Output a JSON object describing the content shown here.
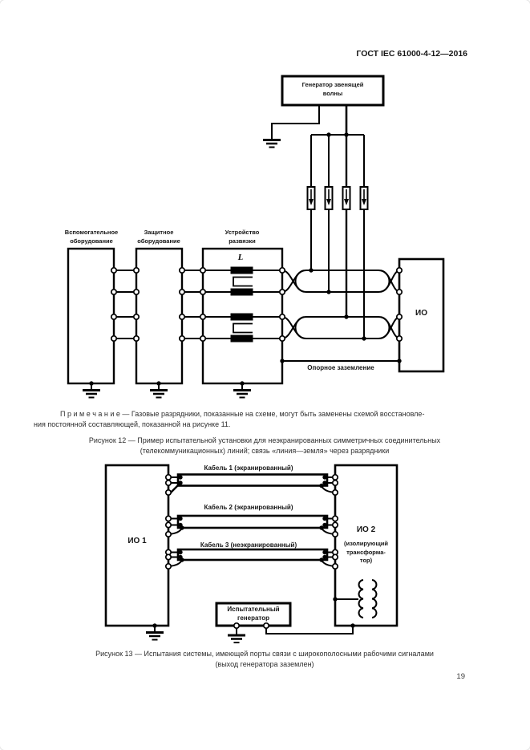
{
  "header": {
    "standard_ref": "ГОСТ IEC 61000-4-12—2016"
  },
  "figure12": {
    "generator_label_lines": [
      "Генератор звенящей",
      "волны"
    ],
    "aux_equipment_lines": [
      "Вспомогательное",
      "оборудование"
    ],
    "protective_equipment_lines": [
      "Защитное",
      "оборудование"
    ],
    "decoupling_device_lines": [
      "Устройство",
      "развязки"
    ],
    "inductor_label": "L",
    "eut_label": "ИО",
    "reference_ground_label": "Опорное заземление",
    "note_line1": "П р и м е ч а н и е   — Газовые разрядники, показанные на схеме, могут быть заменены схемой восстановле-",
    "note_line2": "ния постоянной составляющей, показанной на рисунке 11.",
    "caption_line1": "Рисунок 12 — Пример испытательной установки для неэкранированных симметричных соединительных",
    "caption_line2": "(телекоммуникационных) линий; связь «линия—земля» через разрядники"
  },
  "figure13": {
    "eut1_label": "ИО 1",
    "eut2_label": "ИО 2",
    "eut2_sublines": [
      "(изолирующий",
      "трансформа-",
      "тор)"
    ],
    "cable1_label": "Кабель 1 (экранированный)",
    "cable2_label": "Кабель 2 (экранированный)",
    "cable3_label": "Кабель 3 (неэкранированный)",
    "test_generator_lines": [
      "Испытательный",
      "генератор"
    ],
    "caption_line1": "Рисунок 13 — Испытания системы, имеющей порты связи с широкополосными рабочими сигналами",
    "caption_line2": "(выход генератора заземлен)"
  },
  "footer": {
    "page_number": "19"
  },
  "colors": {
    "line": "#000000",
    "text": "#2b2b2b",
    "page_background": "#ffffff"
  }
}
